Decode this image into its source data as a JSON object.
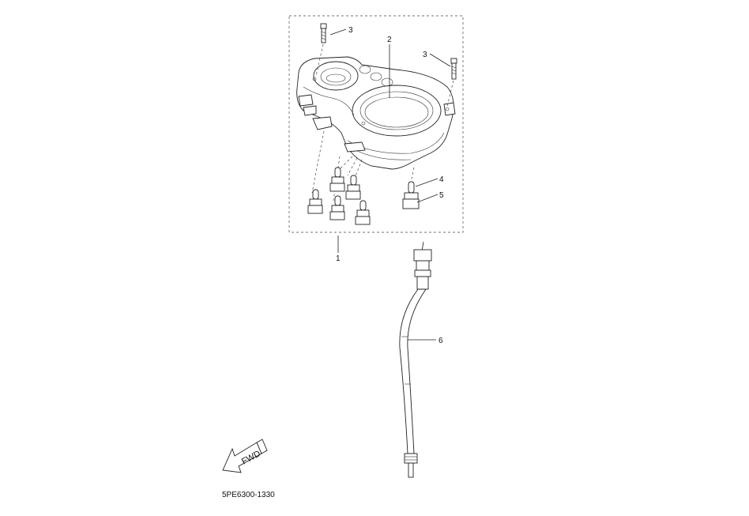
{
  "callouts": [
    {
      "id": "1",
      "label": "1"
    },
    {
      "id": "2",
      "label": "2"
    },
    {
      "id": "3a",
      "label": "3"
    },
    {
      "id": "3b",
      "label": "3"
    },
    {
      "id": "4",
      "label": "4"
    },
    {
      "id": "5",
      "label": "5"
    },
    {
      "id": "6",
      "label": "6"
    }
  ],
  "direction_arrow": {
    "label": "FWD"
  },
  "diagram_code": "5PE6300-1330",
  "icons": [
    "meter-assembly-icon",
    "screw-icon",
    "bulb-icon",
    "socket-icon",
    "cable-icon",
    "fwd-arrow-icon"
  ]
}
